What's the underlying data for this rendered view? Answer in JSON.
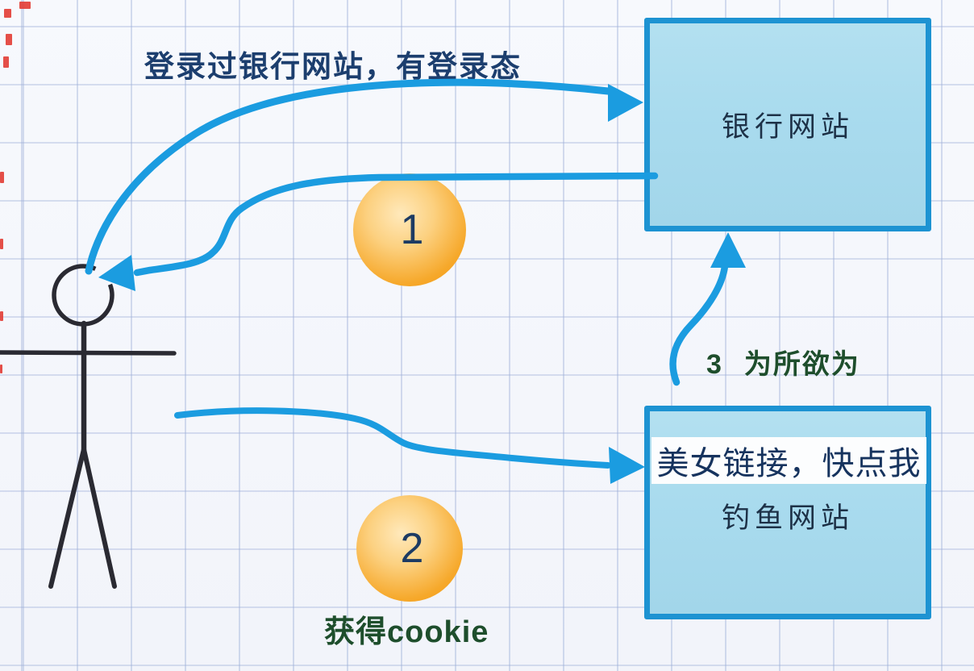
{
  "captions": {
    "top": "登录过银行网站，有登录态",
    "cookie": "获得cookie"
  },
  "bank_box": {
    "label": "银行网站"
  },
  "phishing_box": {
    "banner": "美女链接，快点我",
    "label": "钓鱼网站"
  },
  "steps": {
    "one": {
      "number": "1"
    },
    "two": {
      "number": "2"
    },
    "three": {
      "number": "3",
      "label": "为所欲为"
    }
  },
  "icons": {
    "person": "stick-figure-person",
    "arrows": [
      "login-arrow",
      "session-return-arrow",
      "phishing-link-arrow",
      "exploit-arrow"
    ]
  },
  "colors": {
    "arrow_blue": "#1b9ce0",
    "box_fill": "#a9dbee",
    "box_border": "#1d93d2",
    "box_text": "#1d3147",
    "banner_bg": "#fcfdfe",
    "banner_text": "#16335e",
    "caption_navy": "#1c3e6e",
    "caption_green": "#1e4e2c",
    "badge_orange": "#f6a82a",
    "badge_highlight": "#ffe9bb",
    "badge_number": "#1d3b63",
    "figure_dark": "#2a2a32",
    "grid_bg": "#f4f6fb",
    "red_mark": "#e23c34"
  }
}
